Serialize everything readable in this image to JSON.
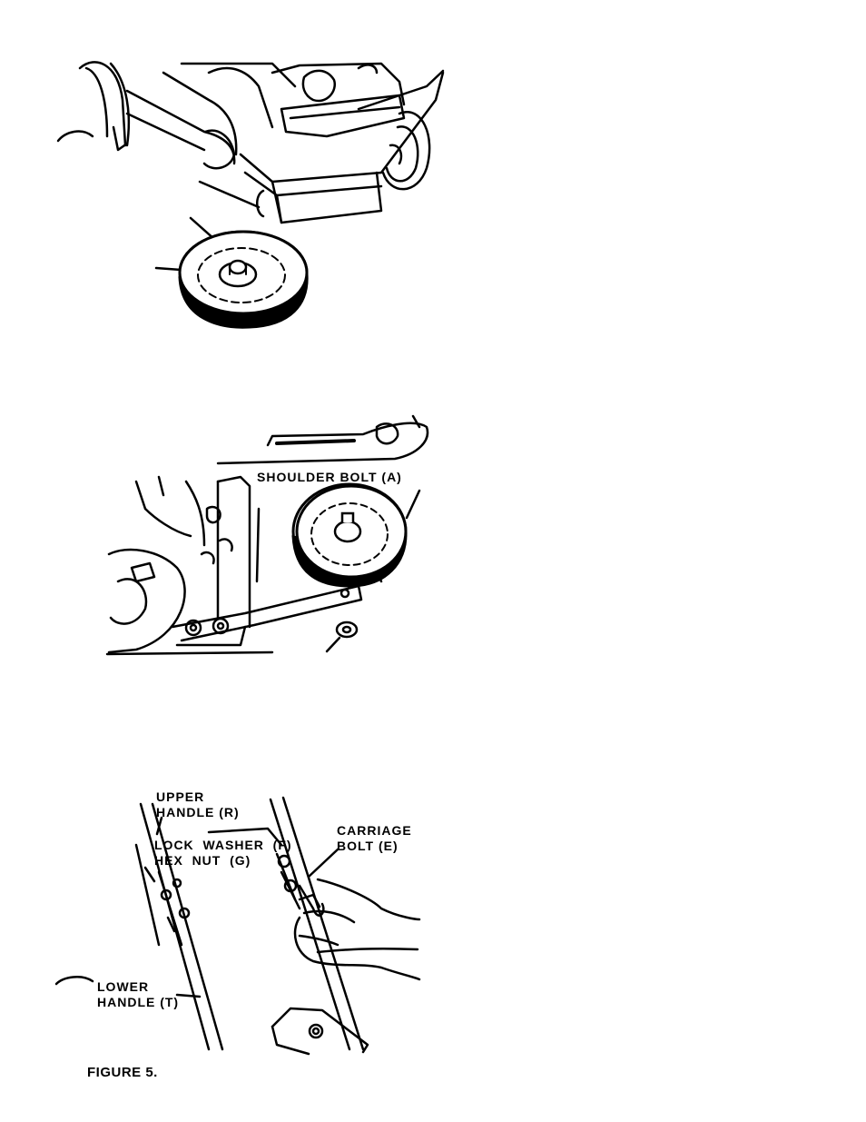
{
  "figure_caption": "FIGURE 5.",
  "labels": {
    "shoulder_bolt": "SHOULDER BOLT (A)",
    "upper_handle_line1": "UPPER",
    "upper_handle_line2": "HANDLE (R)",
    "lock_washer": "LOCK  WASHER  (F)",
    "hex_nut": "HEX  NUT  (G)",
    "carriage_bolt_line1": "CARRIAGE",
    "carriage_bolt_line2": "BOLT (E)",
    "lower_handle_line1": "LOWER",
    "lower_handle_line2": "HANDLE (T)"
  },
  "illustrations": [
    {
      "name": "wheel-mounting-illustration",
      "icon": "mower-wheel-drawing"
    },
    {
      "name": "wheel-axle-illustration",
      "icon": "wheel-axle-drawing"
    },
    {
      "name": "handle-assembly-illustration",
      "icon": "handle-wrench-drawing"
    }
  ]
}
